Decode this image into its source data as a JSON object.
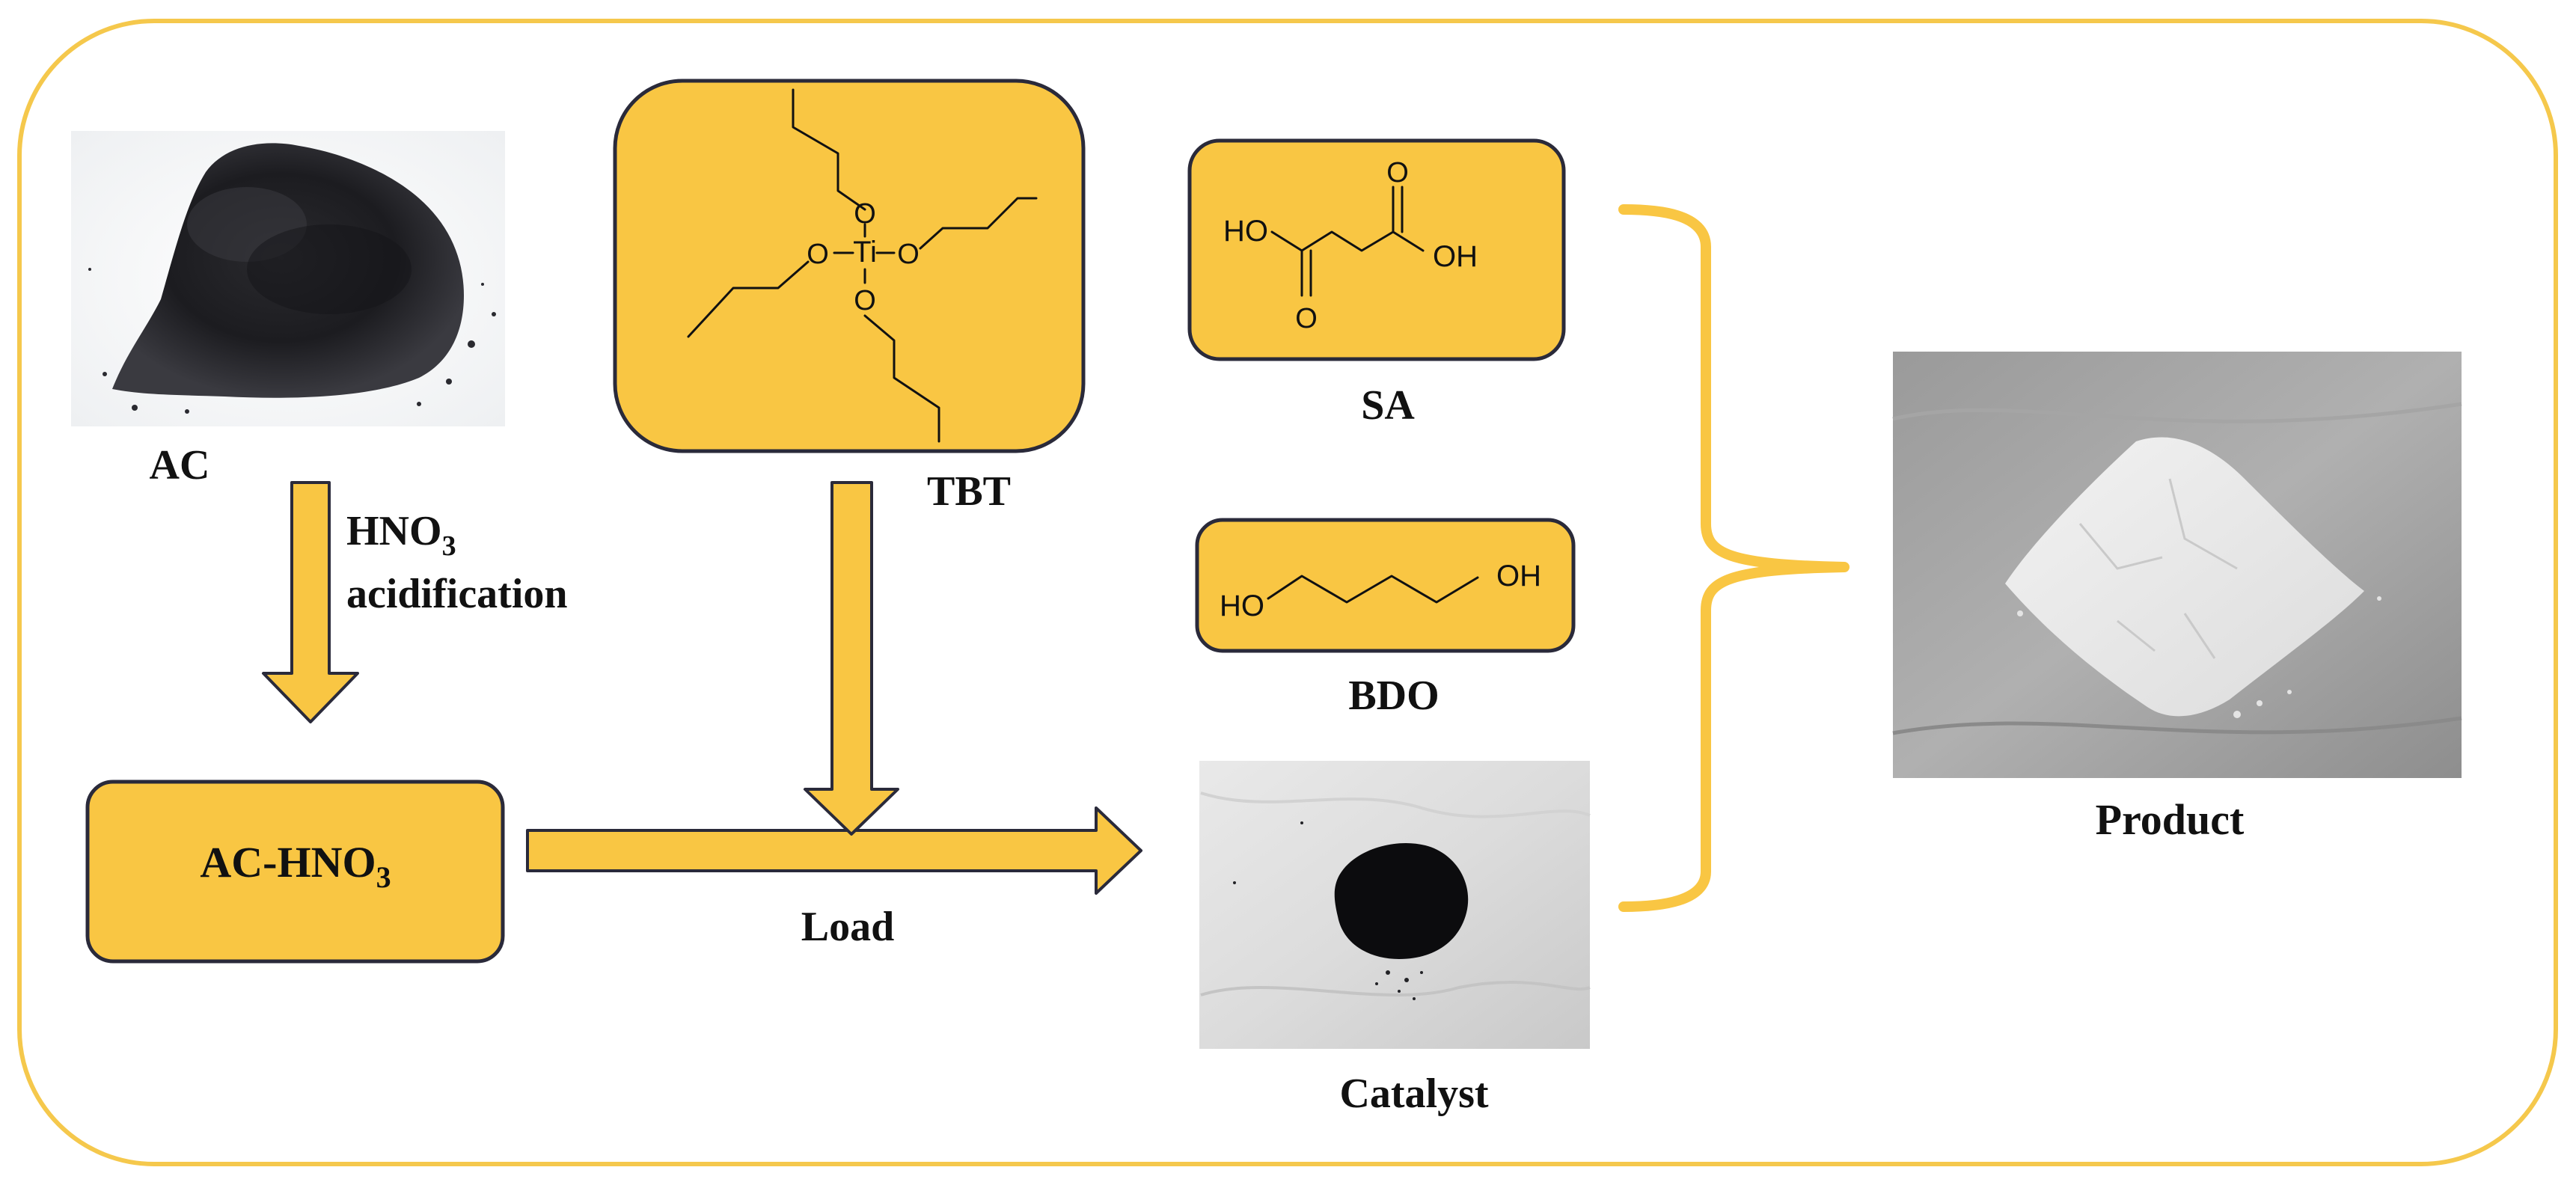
{
  "colors": {
    "accent": "#F9C643",
    "frame": "#F5C84C",
    "box_border": "#2A2A3A",
    "text": "#111111"
  },
  "labels": {
    "ac": "AC",
    "hno3_formula": {
      "base": "HNO",
      "sub": "3"
    },
    "acidification": "acidification",
    "ac_hno3": {
      "base": "AC-HNO",
      "sub": "3"
    },
    "tbt": "TBT",
    "load": "Load",
    "sa": "SA",
    "bdo": "BDO",
    "catalyst": "Catalyst",
    "product": "Product"
  },
  "structures": {
    "tbt": {
      "center_atom": "Ti",
      "oxygen": "O"
    },
    "sa": {
      "left_group": "HO",
      "right_group": "OH",
      "carbonyl_oxygen": "O"
    },
    "bdo": {
      "left_group": "HO",
      "right_group": "OH"
    }
  },
  "photos": {
    "ac": "black-powder-photo",
    "catalyst": "black-catalyst-photo",
    "product": "white-powder-photo"
  }
}
